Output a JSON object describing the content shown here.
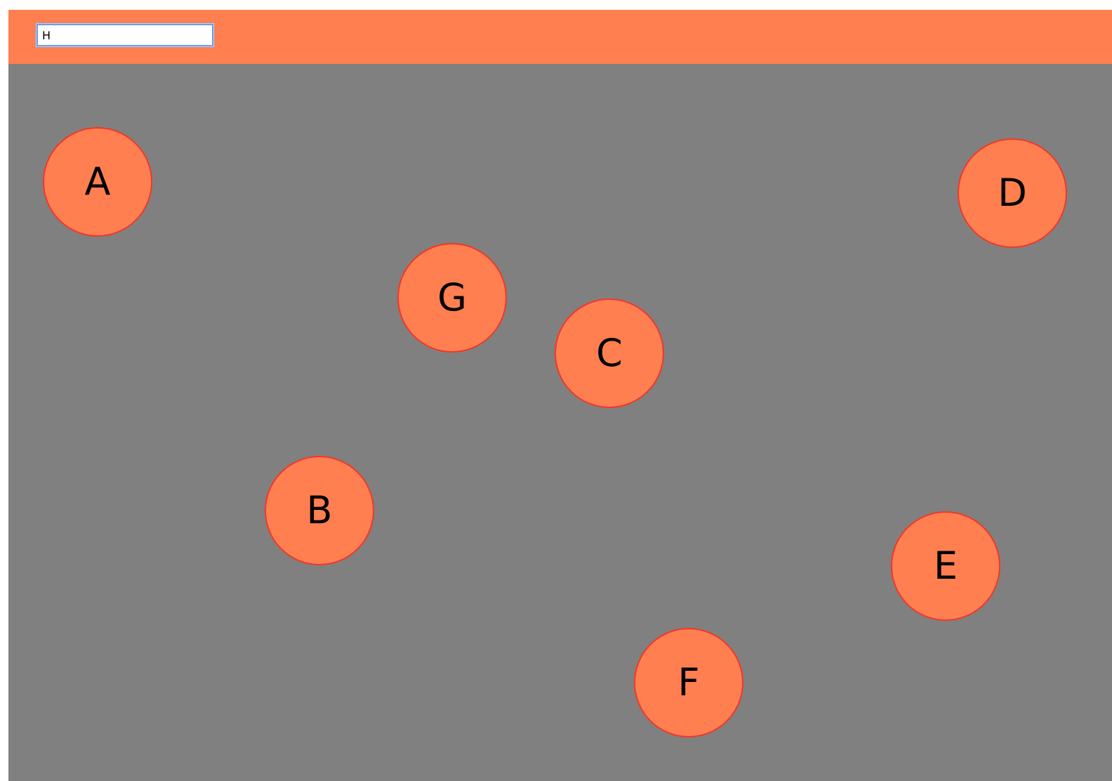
{
  "input": {
    "value": "H"
  },
  "colors": {
    "accent": "#ff7f50",
    "background": "#808080",
    "circle_border": "#f0382a"
  },
  "circles": [
    {
      "label": "A"
    },
    {
      "label": "B"
    },
    {
      "label": "C"
    },
    {
      "label": "D"
    },
    {
      "label": "E"
    },
    {
      "label": "F"
    },
    {
      "label": "G"
    }
  ]
}
